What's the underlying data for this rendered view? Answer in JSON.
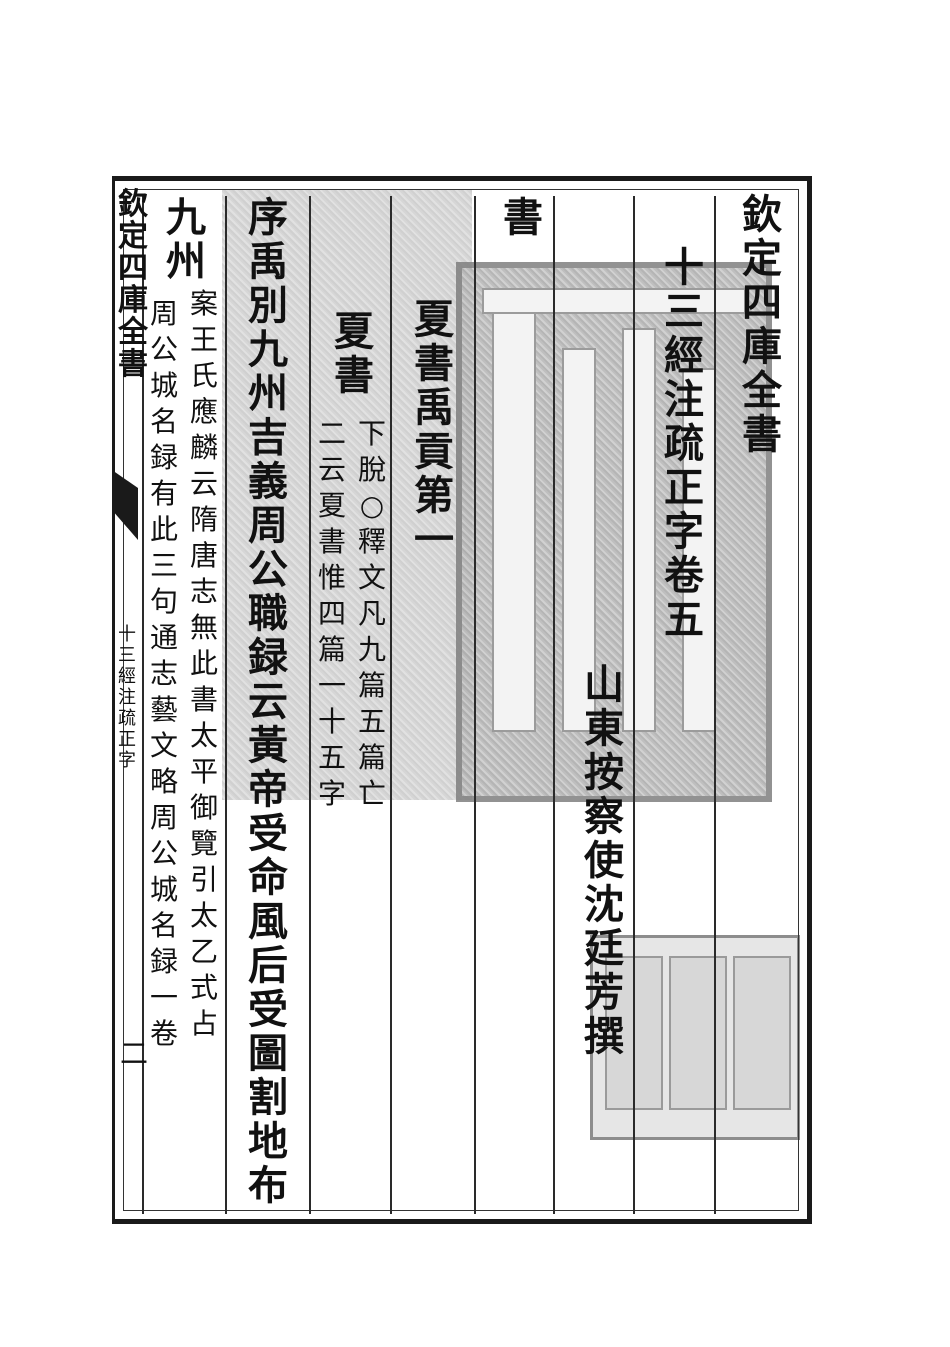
{
  "header_title": "欽定四庫全書",
  "book_title": "十三經注疏正字卷五",
  "author": "山東按察使沈廷芳撰",
  "section": "書",
  "chapter_heading": "夏書禹貢第一",
  "col_xia_shu": "夏書",
  "note_line_a": "下脫○釋文凡九篇五篇亡",
  "note_line_b": "二云夏書惟四篇一十五字",
  "main_line_1": "序禹別九州吉義周公職録云黃帝受命風后受圖割地布",
  "main_line_2a": "九州",
  "main_line_2b": "案王氏應麟云隋唐志無此書太平御覽引太乙式占",
  "main_line_3": "周公城名録有此三句通志藝文略周公城名録一卷",
  "margin_spine": "欽定四庫全書",
  "margin_book": "十三經注疏正字",
  "page_number": "二"
}
